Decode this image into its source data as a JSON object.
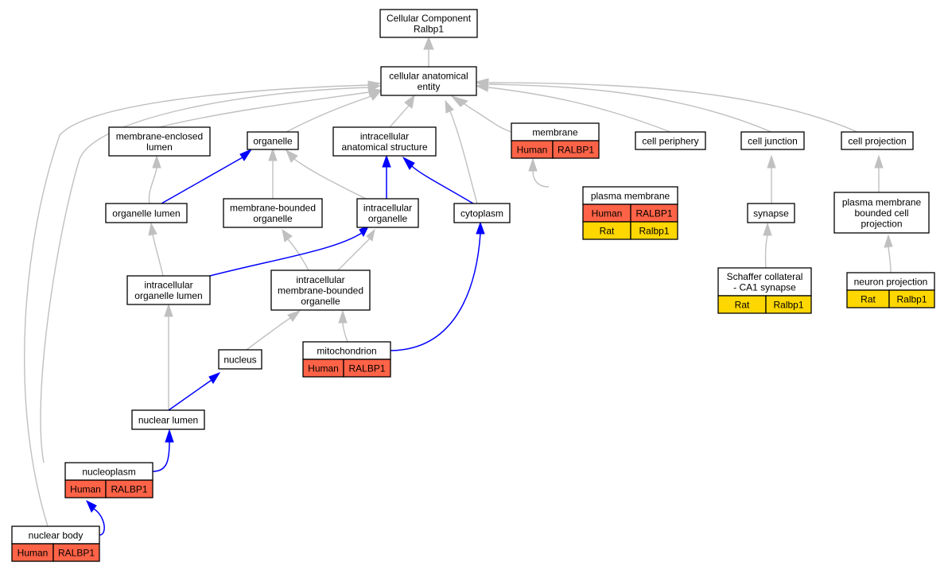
{
  "colors": {
    "human_fill": "#FF6347",
    "rat_fill": "#FFD700",
    "relation_is_a": "#c0c0c0",
    "relation_part_of": "#0000ff"
  },
  "nodes": {
    "root": {
      "lines": [
        "Cellular Component",
        "Ralbp1"
      ]
    },
    "cae": {
      "lines": [
        "cellular anatomical",
        "entity"
      ]
    },
    "mel": {
      "lines": [
        "membrane-enclosed",
        "lumen"
      ]
    },
    "org": {
      "lines": [
        "organelle"
      ]
    },
    "ias": {
      "lines": [
        "intracellular",
        "anatomical structure"
      ]
    },
    "mem": {
      "lines": [
        "membrane"
      ],
      "rows": [
        [
          "Human",
          "RALBP1"
        ]
      ]
    },
    "cper": {
      "lines": [
        "cell periphery"
      ]
    },
    "cjun": {
      "lines": [
        "cell junction"
      ]
    },
    "cproj": {
      "lines": [
        "cell projection"
      ]
    },
    "orglum": {
      "lines": [
        "organelle lumen"
      ]
    },
    "mbo": {
      "lines": [
        "membrane-bounded",
        "organelle"
      ]
    },
    "io": {
      "lines": [
        "intracellular",
        "organelle"
      ]
    },
    "cyto": {
      "lines": [
        "cytoplasm"
      ]
    },
    "pm": {
      "lines": [
        "plasma membrane"
      ],
      "rows": [
        [
          "Human",
          "RALBP1"
        ],
        [
          "Rat",
          "Ralbp1"
        ]
      ]
    },
    "syn": {
      "lines": [
        "synapse"
      ]
    },
    "pmbcp": {
      "lines": [
        "plasma membrane",
        "bounded cell",
        "projection"
      ]
    },
    "iol": {
      "lines": [
        "intracellular",
        "organelle lumen"
      ]
    },
    "imbo": {
      "lines": [
        "intracellular",
        "membrane-bounded",
        "organelle"
      ]
    },
    "scs": {
      "lines": [
        "Schaffer collateral",
        "- CA1 synapse"
      ],
      "rows": [
        [
          "Rat",
          "Ralbp1"
        ]
      ]
    },
    "np": {
      "lines": [
        "neuron projection"
      ],
      "rows": [
        [
          "Rat",
          "Ralbp1"
        ]
      ]
    },
    "nuc": {
      "lines": [
        "nucleus"
      ]
    },
    "mito": {
      "lines": [
        "mitochondrion"
      ],
      "rows": [
        [
          "Human",
          "RALBP1"
        ]
      ]
    },
    "nlum": {
      "lines": [
        "nuclear lumen"
      ]
    },
    "nplasm": {
      "lines": [
        "nucleoplasm"
      ],
      "rows": [
        [
          "Human",
          "RALBP1"
        ]
      ]
    },
    "nbody": {
      "lines": [
        "nuclear body"
      ],
      "rows": [
        [
          "Human",
          "RALBP1"
        ]
      ]
    }
  }
}
